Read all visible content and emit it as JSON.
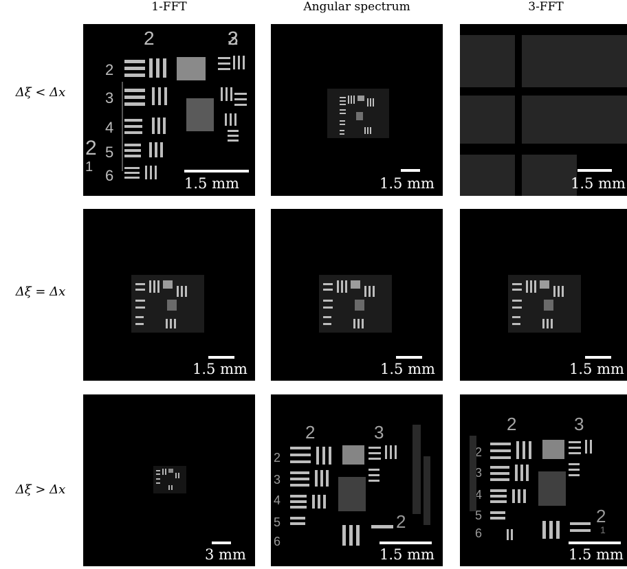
{
  "columns": [
    "1-FFT",
    "Angular spectrum",
    "3-FFT"
  ],
  "rows": [
    "Δξ < Δx",
    "Δξ = Δx",
    "Δξ > Δx"
  ],
  "target_group_labels": {
    "large_left": [
      "2",
      "3",
      "4",
      "5",
      "6"
    ],
    "large_top": [
      "2",
      "3"
    ],
    "side_big": "2",
    "side_small": "1"
  },
  "scale_bars": [
    [
      "1.5 mm",
      "1.5 mm",
      "1.5 mm"
    ],
    [
      "1.5 mm",
      "1.5 mm",
      "1.5 mm"
    ],
    [
      "3 mm",
      "1.5 mm",
      "1.5 mm"
    ]
  ],
  "colors": {
    "panel_bg": "#000000",
    "bar": "#ffffff",
    "target": "#bdbdbd"
  }
}
